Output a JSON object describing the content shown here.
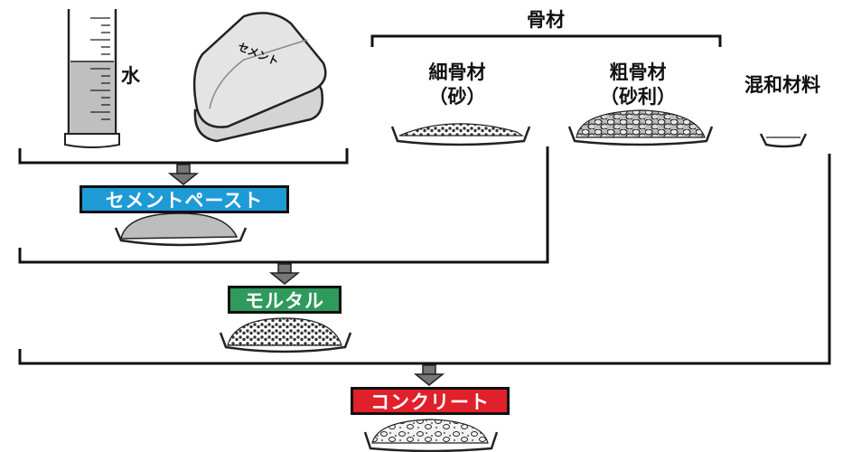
{
  "labels": {
    "water": "水",
    "cement_bag": "セメント",
    "aggregate": "骨材",
    "fine_aggregate": "細骨材",
    "fine_aggregate_sub": "（砂）",
    "coarse_aggregate": "粗骨材",
    "coarse_aggregate_sub": "（砂利）",
    "admixture": "混和材料"
  },
  "stages": {
    "paste": {
      "label": "セメントペースト",
      "color": "#1e9ad6"
    },
    "mortar": {
      "label": "モルタル",
      "color": "#2e9a5c"
    },
    "concrete": {
      "label": "コンクリート",
      "color": "#e0202a"
    }
  }
}
